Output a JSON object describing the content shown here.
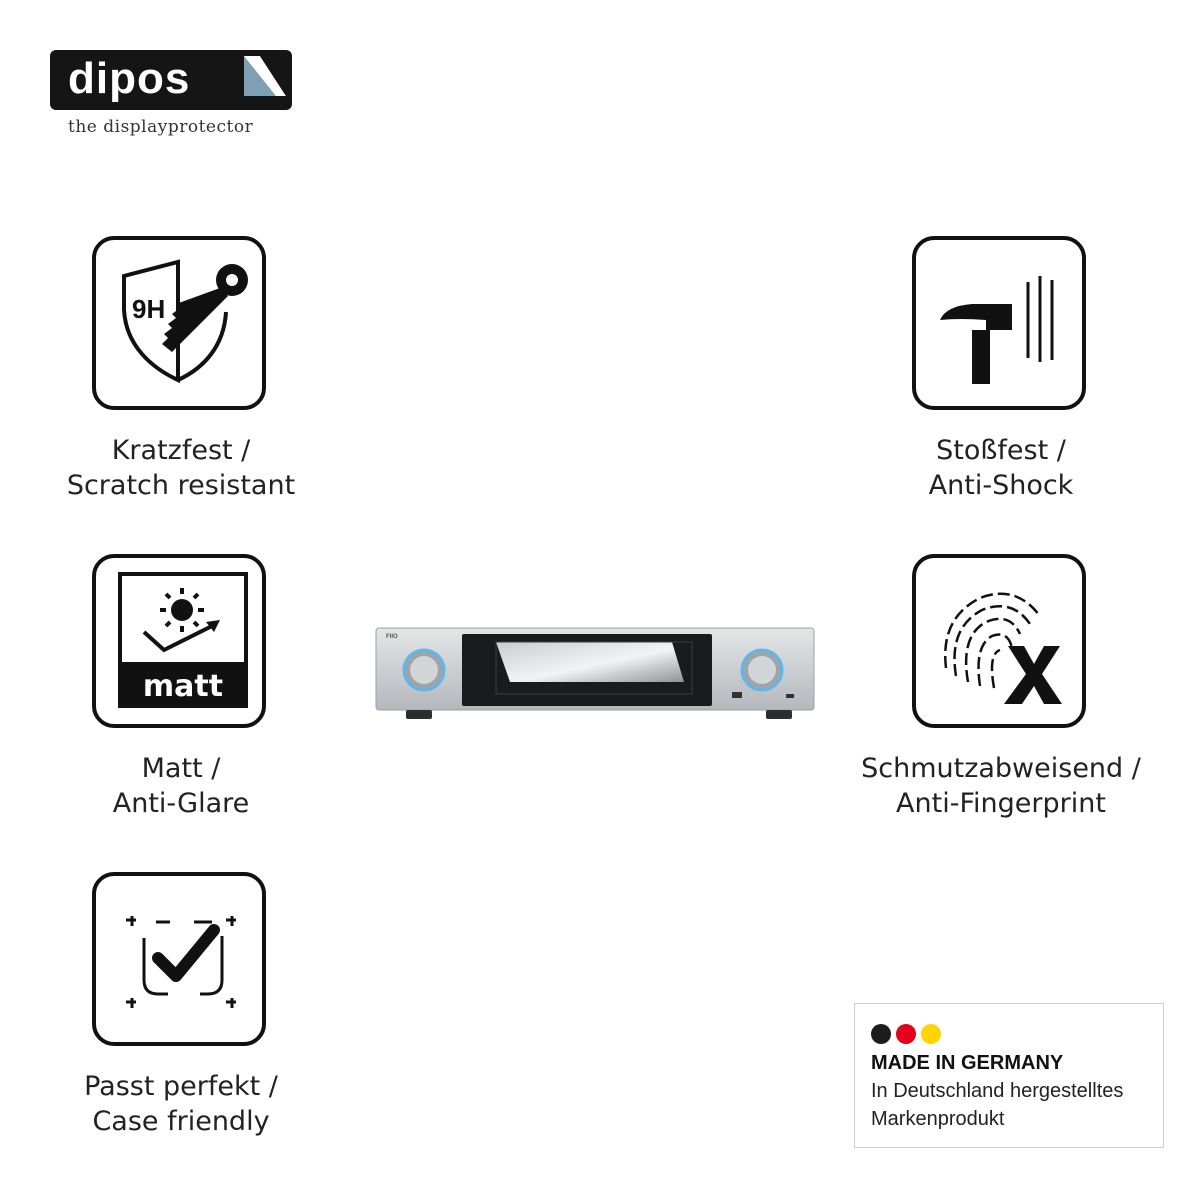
{
  "brand": {
    "logo_text": "dipos",
    "tagline": "the displayprotector"
  },
  "features": [
    {
      "id": "scratch",
      "icon": "shield-key-icon",
      "badge": "9H",
      "line1": "Kratzfest /",
      "line2": "Scratch resistant"
    },
    {
      "id": "matt",
      "icon": "sun-matt-icon",
      "badge": "matt",
      "line1": "Matt /",
      "line2": "Anti-Glare"
    },
    {
      "id": "case",
      "icon": "checkmark-frame-icon",
      "line1": "Passt perfekt /",
      "line2": "Case friendly"
    },
    {
      "id": "shock",
      "icon": "hammer-icon",
      "line1": "Stoßfest /",
      "line2": "Anti-Shock"
    },
    {
      "id": "fingerprint",
      "icon": "fingerprint-x-icon",
      "line1": "Schmutzabweisend /",
      "line2": "Anti-Fingerprint"
    }
  ],
  "device": {
    "icon": "audio-player-device-image",
    "brand_text": "FIIO"
  },
  "made_in": {
    "title": "MADE IN GERMANY",
    "line1": "In Deutschland hergestelltes",
    "line2": "Markenprodukt",
    "flag_colors": [
      "#1c1c1c",
      "#e2001a",
      "#ffd500"
    ]
  },
  "colors": {
    "icon_stroke": "#111111",
    "logo_bg": "#151515",
    "logo_accent": "#7fa0b4"
  }
}
